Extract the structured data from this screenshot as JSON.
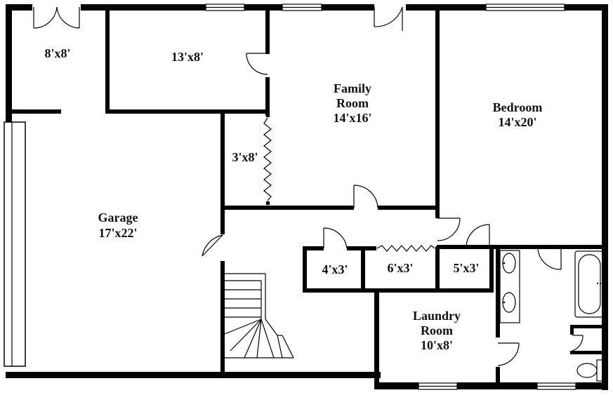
{
  "rooms": {
    "room_8x8": {
      "dims": "8'x8'"
    },
    "room_13x8": {
      "dims": "13'x8'"
    },
    "family_room": {
      "name_line1": "Family",
      "name_line2": "Room",
      "dims": "14'x16'"
    },
    "bedroom": {
      "name": "Bedroom",
      "dims": "14'x20'"
    },
    "closet_3x8": {
      "dims": "3'x8'"
    },
    "garage": {
      "name": "Garage",
      "dims": "17'x22'"
    },
    "closet_4x3": {
      "dims": "4'x3'"
    },
    "closet_6x3": {
      "dims": "6'x3'"
    },
    "closet_5x3": {
      "dims": "5'x3'"
    },
    "laundry_room": {
      "name_line1": "Laundry",
      "name_line2": "Room",
      "dims": "10'x8'"
    }
  }
}
